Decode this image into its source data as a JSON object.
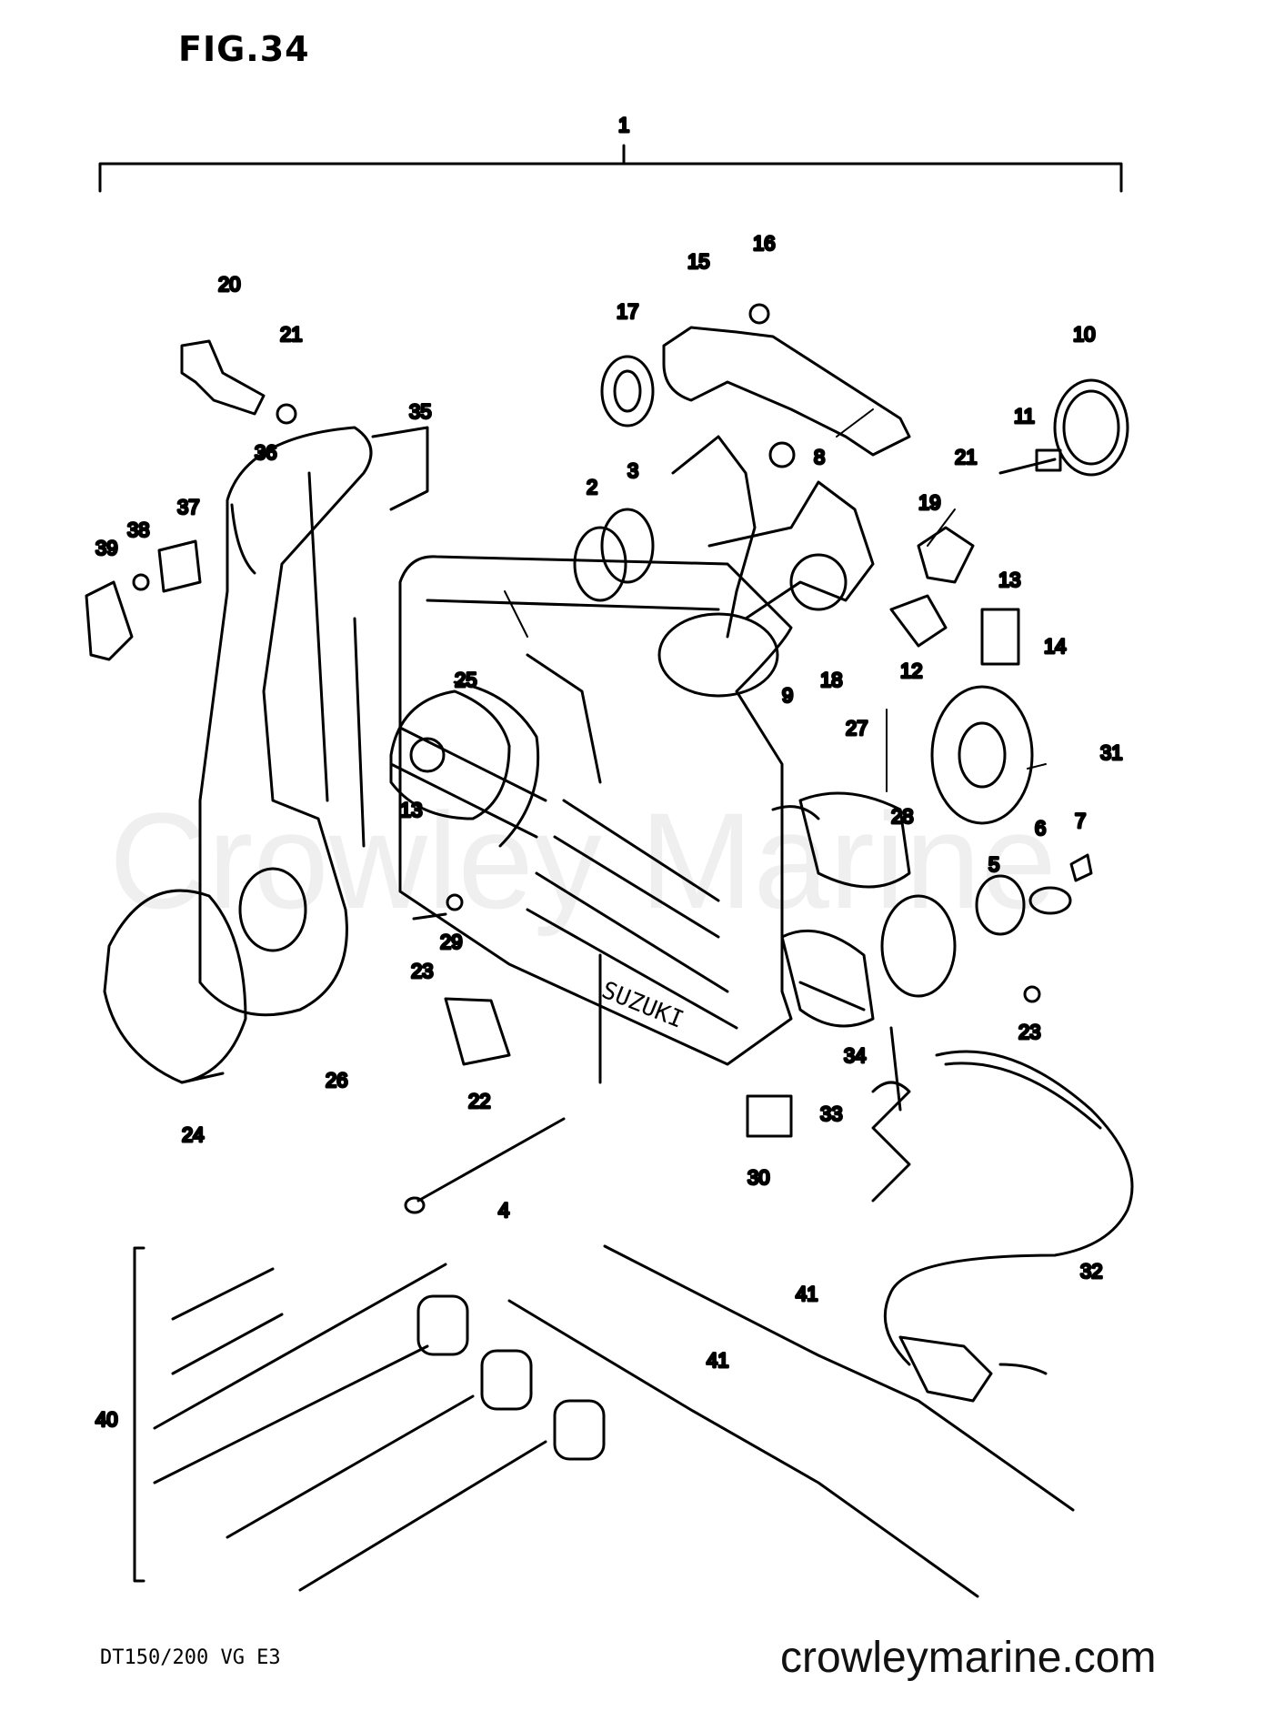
{
  "figure": {
    "title": "FIG.34",
    "model_code": "DT150/200 VG E3",
    "source": "crowleymarine.com",
    "watermark": "Crowley Marine"
  },
  "part_callouts": [
    {
      "id": "1"
    },
    {
      "id": "20"
    },
    {
      "id": "21"
    },
    {
      "id": "35"
    },
    {
      "id": "36"
    },
    {
      "id": "37"
    },
    {
      "id": "38"
    },
    {
      "id": "39"
    },
    {
      "id": "17"
    },
    {
      "id": "15"
    },
    {
      "id": "16"
    },
    {
      "id": "10"
    },
    {
      "id": "11"
    },
    {
      "id": "21"
    },
    {
      "id": "2"
    },
    {
      "id": "3"
    },
    {
      "id": "8"
    },
    {
      "id": "19"
    },
    {
      "id": "13"
    },
    {
      "id": "14"
    },
    {
      "id": "12"
    },
    {
      "id": "18"
    },
    {
      "id": "9"
    },
    {
      "id": "25"
    },
    {
      "id": "13"
    },
    {
      "id": "27"
    },
    {
      "id": "31"
    },
    {
      "id": "28"
    },
    {
      "id": "7"
    },
    {
      "id": "6"
    },
    {
      "id": "5"
    },
    {
      "id": "29"
    },
    {
      "id": "23"
    },
    {
      "id": "23"
    },
    {
      "id": "34"
    },
    {
      "id": "33"
    },
    {
      "id": "26"
    },
    {
      "id": "22"
    },
    {
      "id": "24"
    },
    {
      "id": "30"
    },
    {
      "id": "4"
    },
    {
      "id": "32"
    },
    {
      "id": "41"
    },
    {
      "id": "41"
    },
    {
      "id": "40"
    }
  ]
}
